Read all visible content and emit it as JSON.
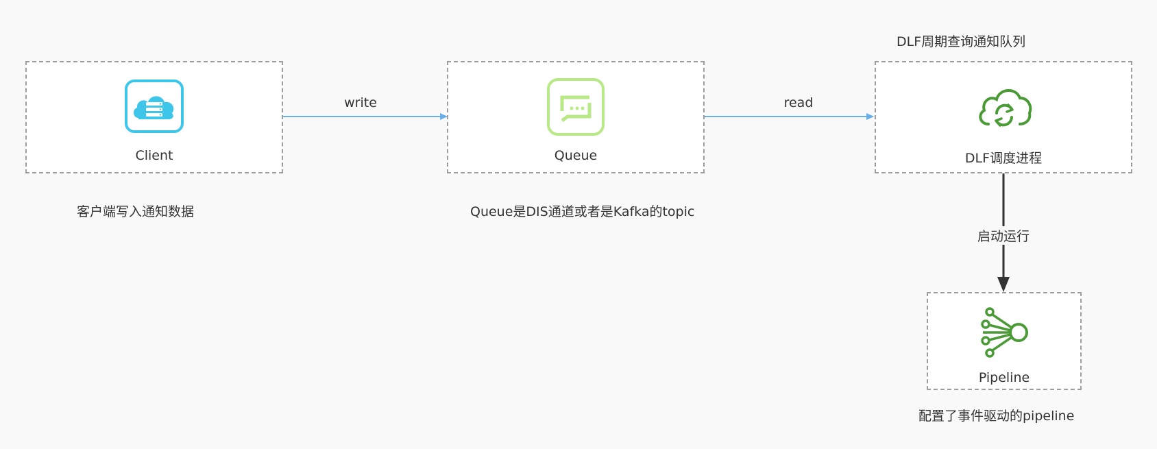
{
  "nodes": {
    "client": {
      "label": "Client",
      "caption": "客户端写入通知数据",
      "icon": "cloud-server-icon",
      "icon_color": "#3ec6ea"
    },
    "queue": {
      "label": "Queue",
      "caption": "Queue是DIS通道或者是Kafka的topic",
      "icon": "queue-message-icon",
      "icon_color": "#b8e986"
    },
    "dlf": {
      "label": "DLF调度进程",
      "caption": "DLF周期查询通知队列",
      "icon": "cloud-sync-icon",
      "icon_color": "#4a9b36"
    },
    "pipeline": {
      "label": "Pipeline",
      "caption": "配置了事件驱动的pipeline",
      "icon": "pipeline-hub-icon",
      "icon_color": "#4a9b36"
    }
  },
  "edges": {
    "write": {
      "label": "write",
      "color": "#6aaee8"
    },
    "read": {
      "label": "read",
      "color": "#6aaee8"
    },
    "start": {
      "label": "启动运行",
      "color": "#333333"
    }
  }
}
